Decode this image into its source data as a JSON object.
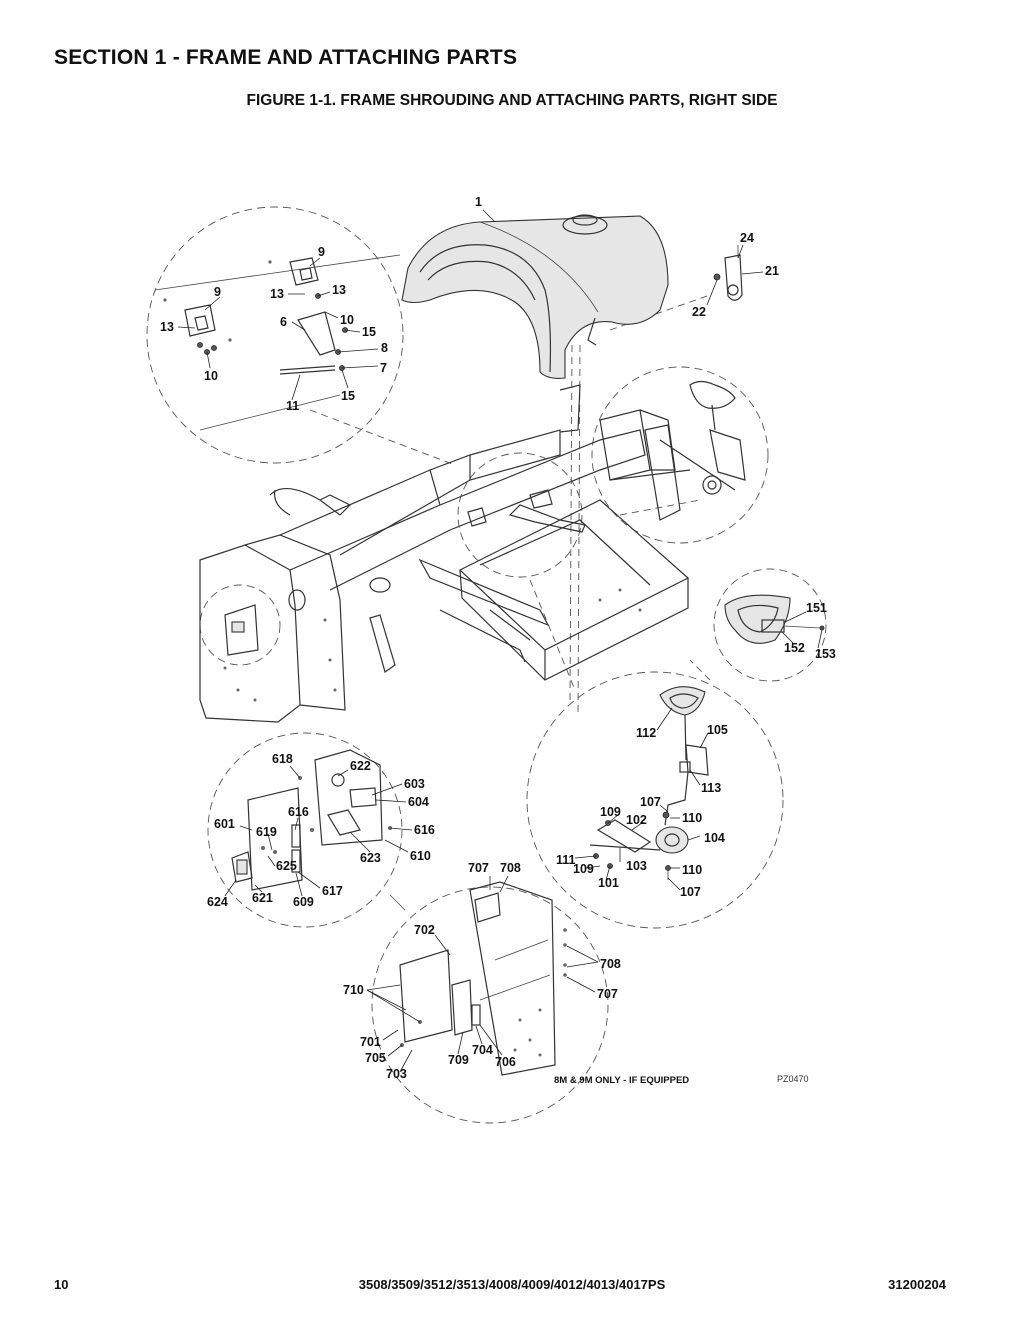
{
  "header": {
    "section_title": "SECTION 1 - FRAME AND ATTACHING PARTS",
    "figure_title": "FIGURE 1-1. FRAME SHROUDING AND ATTACHING PARTS, RIGHT SIDE"
  },
  "diagram": {
    "note": "8M & 9M ONLY - IF EQUIPPED",
    "drawing_code": "PZ0470",
    "callouts": {
      "c1": "1",
      "c24": "24",
      "c21": "21",
      "c22": "22",
      "c9a": "9",
      "c9b": "9",
      "c13a": "13",
      "c13b": "13",
      "c13c": "13",
      "c10a": "10",
      "c10b": "10",
      "c6": "6",
      "c15a": "15",
      "c15b": "15",
      "c8": "8",
      "c7": "7",
      "c11": "11",
      "c151": "151",
      "c152": "152",
      "c153": "153",
      "c112": "112",
      "c105": "105",
      "c113": "113",
      "c107a": "107",
      "c107b": "107",
      "c110a": "110",
      "c110b": "110",
      "c109a": "109",
      "c109b": "109",
      "c102": "102",
      "c104": "104",
      "c111": "111",
      "c103": "103",
      "c101": "101",
      "c618": "618",
      "c622": "622",
      "c603": "603",
      "c604": "604",
      "c616a": "616",
      "c616b": "616",
      "c601": "601",
      "c619": "619",
      "c623": "623",
      "c610": "610",
      "c625": "625",
      "c617": "617",
      "c624": "624",
      "c621": "621",
      "c609": "609",
      "c707a": "707",
      "c708a": "708",
      "c702": "702",
      "c708b": "708",
      "c707b": "707",
      "c710": "710",
      "c701": "701",
      "c705": "705",
      "c703": "703",
      "c709": "709",
      "c704": "704",
      "c706": "706"
    }
  },
  "footer": {
    "page_number": "10",
    "models": "3508/3509/3512/3513/4008/4009/4012/4013/4017PS",
    "doc_number": "31200204"
  }
}
